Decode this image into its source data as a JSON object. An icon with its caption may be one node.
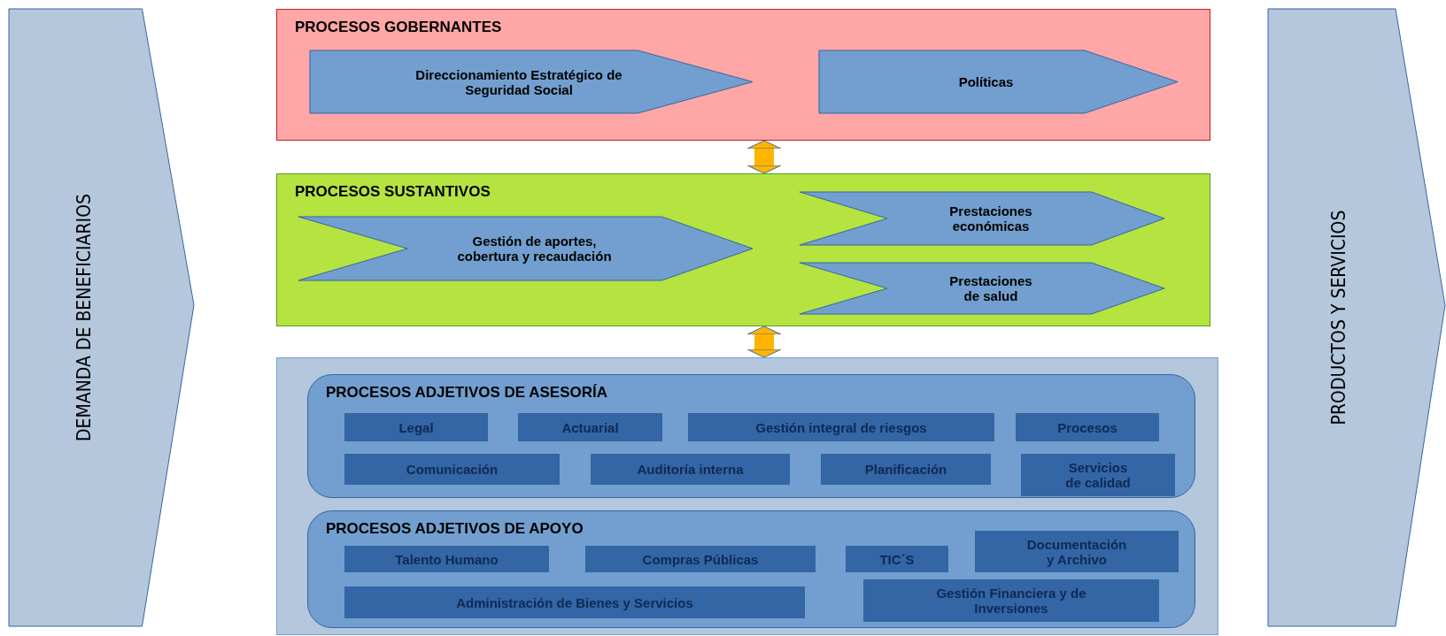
{
  "diagram": {
    "nodes": [
      {
        "text": [
          "DEMANDA DE BENEFICIARIOS"
        ]
      },
      {
        "text": [
          "PROCESOS GOBERNANTES"
        ]
      },
      {
        "text": [
          "Direccionamiento Estratégico de Seguridad Social"
        ],
        "in": 1
      },
      {
        "text": [
          "Políticas"
        ],
        "in": 1
      },
      {
        "text": [
          "PROCESOS SUSTANTIVOS"
        ]
      },
      {
        "text": [
          "Gestión de aportes, cobertura y recaudación"
        ],
        "in": 4
      },
      {
        "text": [
          "Prestaciones económicas"
        ],
        "in": 4
      },
      {
        "text": [
          "Prestaciones de salud"
        ],
        "in": 4
      },
      {
        "text": [],
        "shape": "box"
      },
      {
        "text": [
          "PROCESOS ADJETIVOS DE ASESORÍA"
        ],
        "in": 8
      },
      {
        "text": [
          "Legal"
        ],
        "in": 9
      },
      {
        "text": [
          "Actuarial"
        ],
        "in": 9
      },
      {
        "text": [
          "Gestión integral de riesgos"
        ],
        "in": 9
      },
      {
        "text": [
          "Procesos"
        ],
        "in": 9
      },
      {
        "text": [
          "Comunicación"
        ],
        "in": 9
      },
      {
        "text": [
          "Auditoría interna"
        ],
        "in": 9
      },
      {
        "text": [
          "Planificación"
        ],
        "in": 9
      },
      {
        "text": [
          "Servicios de calidad"
        ],
        "in": 9
      },
      {
        "text": [
          "PROCESOS ADJETIVOS DE APOYO"
        ],
        "in": 8
      },
      {
        "text": [
          "Talento Humano"
        ],
        "in": 18
      },
      {
        "text": [
          "Compras Públicas"
        ],
        "in": 18
      },
      {
        "text": [
          "TIC´S"
        ],
        "in": 18
      },
      {
        "text": [
          "Documentación y Archivo"
        ],
        "in": 18
      },
      {
        "text": [
          "Administración de Bienes y Servicios"
        ],
        "in": 18
      },
      {
        "text": [
          "Gestión Financiera y de Inversiones"
        ],
        "in": 18
      },
      {
        "text": [
          "PRODUCTOS Y SERVICIOS"
        ]
      }
    ],
    "edges": [
      {
        "from": 1,
        "to": 4,
        "arrow": "both"
      },
      {
        "from": 4,
        "to": 8,
        "arrow": "both"
      }
    ]
  }
}
